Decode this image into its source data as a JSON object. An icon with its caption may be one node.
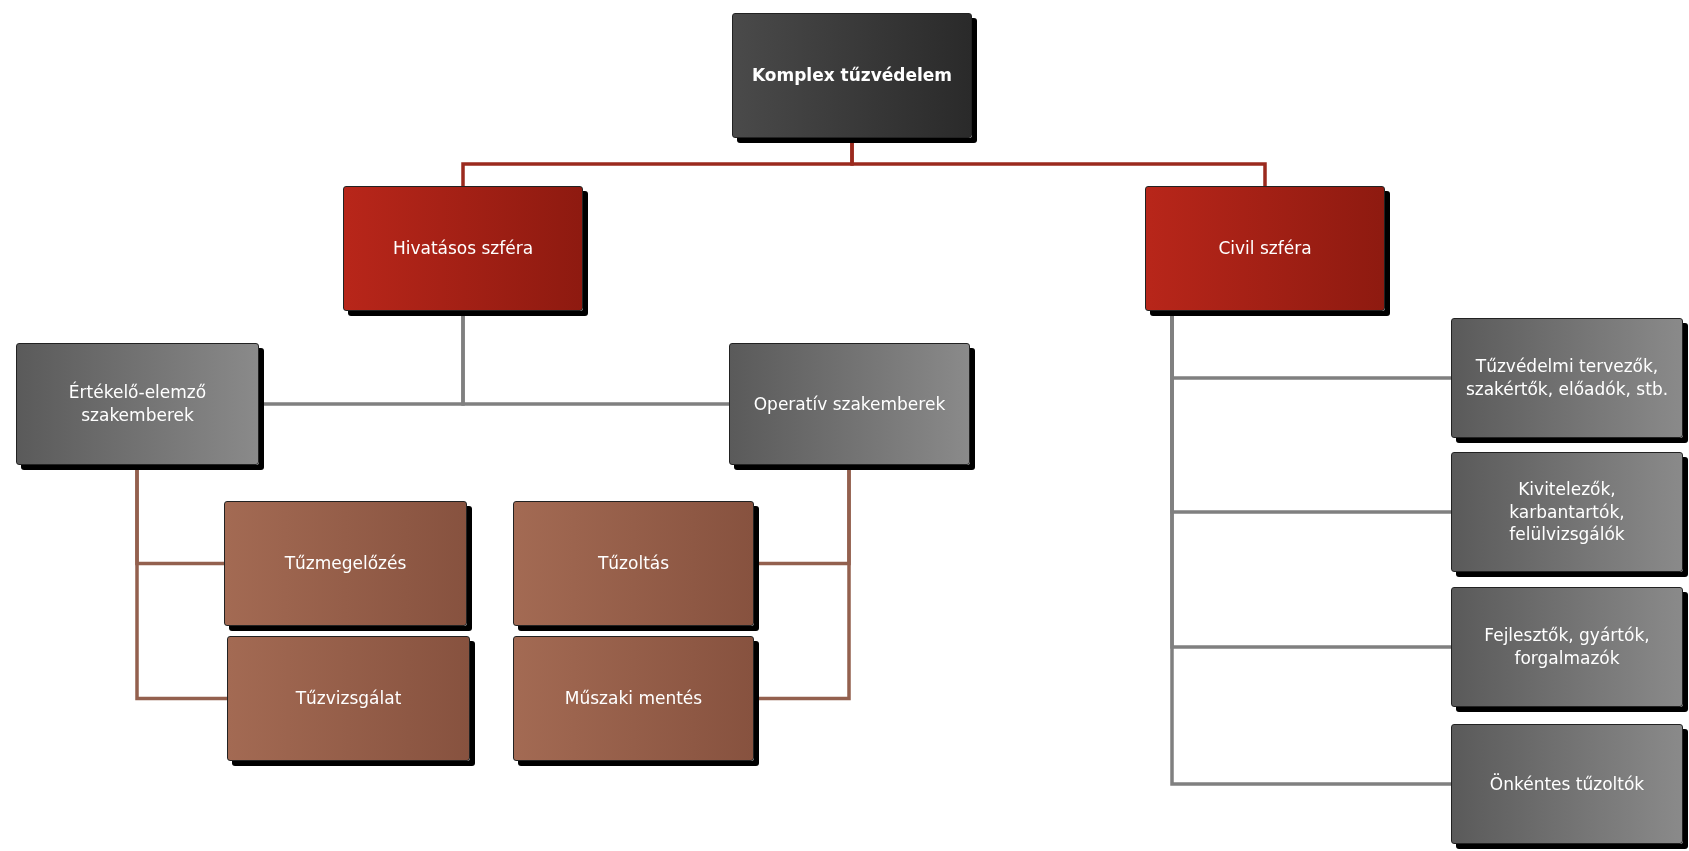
{
  "diagram": {
    "nodes": [
      {
        "text": [
          "Komplex tűzvédelem"
        ]
      },
      {
        "text": [
          "Hivatásos szféra"
        ]
      },
      {
        "text": [
          "Civil szféra"
        ]
      },
      {
        "text": [
          "Értékelő-elemző szakemberek"
        ]
      },
      {
        "text": [
          "Operatív szakemberek"
        ]
      },
      {
        "text": [
          "Tűzmegelőzés"
        ]
      },
      {
        "text": [
          "Tűzoltás"
        ]
      },
      {
        "text": [
          "Tűzvizsgálat"
        ]
      },
      {
        "text": [
          "Műszaki mentés"
        ]
      },
      {
        "text": [
          "Tűzvédelmi tervezők, szakértők, előadók, stb."
        ]
      },
      {
        "text": [
          "Kivitelezők, karbantartók, felülvizsgálók"
        ]
      },
      {
        "text": [
          "Fejlesztők, gyártók, forgalmazók"
        ]
      },
      {
        "text": [
          "Önkéntes tűzoltók"
        ]
      }
    ],
    "edges": [
      {
        "from": 0,
        "to": 1,
        "arrow": "none",
        "color": "#9b2a1e"
      },
      {
        "from": 0,
        "to": 2,
        "arrow": "none",
        "color": "#9b2a1e"
      },
      {
        "from": 1,
        "to": 3,
        "arrow": "none"
      },
      {
        "from": 1,
        "to": 4,
        "arrow": "none"
      },
      {
        "from": 3,
        "to": 5,
        "arrow": "none",
        "color": "#93604e"
      },
      {
        "from": 3,
        "to": 7,
        "arrow": "none",
        "color": "#93604e"
      },
      {
        "from": 4,
        "to": 6,
        "arrow": "none",
        "color": "#93604e"
      },
      {
        "from": 4,
        "to": 8,
        "arrow": "none",
        "color": "#93604e"
      },
      {
        "from": 2,
        "to": 9,
        "arrow": "none"
      },
      {
        "from": 2,
        "to": 10,
        "arrow": "none"
      },
      {
        "from": 2,
        "to": 11,
        "arrow": "none"
      },
      {
        "from": 2,
        "to": 12,
        "arrow": "none"
      }
    ]
  }
}
